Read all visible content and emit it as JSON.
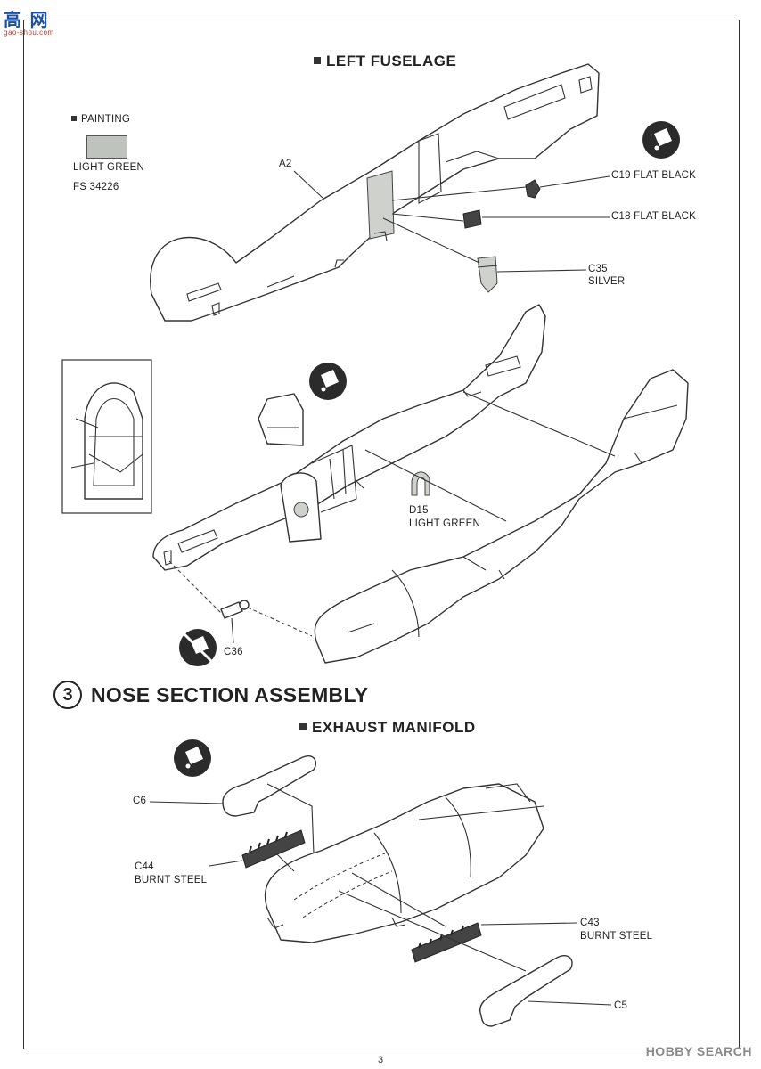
{
  "site_logo": {
    "main": "高 网",
    "sub": "gao-shou.com"
  },
  "section_left_fuselage": {
    "title": "LEFT FUSELAGE"
  },
  "painting": {
    "title": "PAINTING",
    "color_name": "LIGHT GREEN",
    "color_code": "FS 34226",
    "swatch_color": "#bfc3bd"
  },
  "parts": {
    "a2": "A2",
    "c19": "C19 FLAT BLACK",
    "c18": "C18 FLAT BLACK",
    "c35_id": "C35",
    "c35_color": "SILVER",
    "d15_id": "D15",
    "d15_color": "LIGHT GREEN",
    "c36": "C36",
    "c6": "C6",
    "c44_id": "C44",
    "c44_color": "BURNT STEEL",
    "c43_id": "C43",
    "c43_color": "BURNT STEEL",
    "c5": "C5"
  },
  "step3": {
    "number": "3",
    "title": "NOSE SECTION ASSEMBLY"
  },
  "section_exhaust": {
    "title": "EXHAUST MANIFOLD"
  },
  "icons": [
    "cement-icon",
    "cement-icon",
    "cement-icon",
    "no-cement-icon"
  ],
  "page_number": "3",
  "watermark": "HOBBY SEARCH"
}
